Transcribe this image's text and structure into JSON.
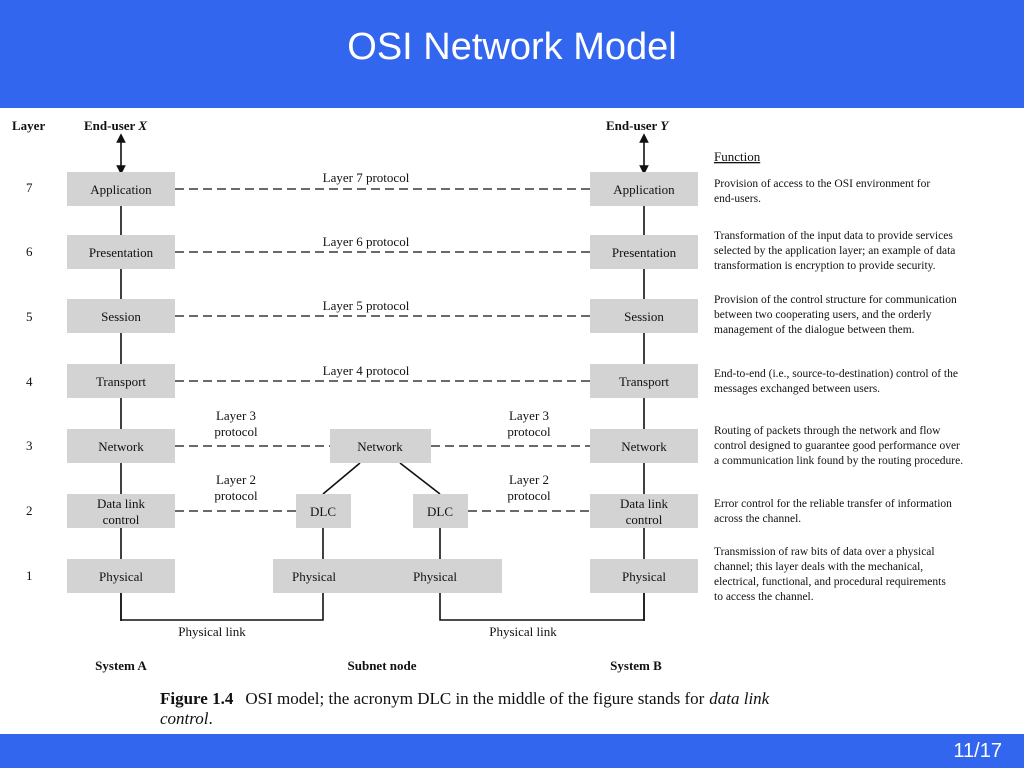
{
  "slide": {
    "title": "OSI Network Model",
    "page": "11/17"
  },
  "columns": {
    "layer": "Layer",
    "end_user_x_prefix": "End-user ",
    "end_user_x_var": "X",
    "end_user_y_prefix": "End-user ",
    "end_user_y_var": "Y",
    "function": "Function"
  },
  "layer_numbers": [
    "7",
    "6",
    "5",
    "4",
    "3",
    "2",
    "1"
  ],
  "stack_a": [
    "Application",
    "Presentation",
    "Session",
    "Transport",
    "Network",
    "Data link|control",
    "Physical"
  ],
  "stack_b": [
    "Application",
    "Presentation",
    "Session",
    "Transport",
    "Network",
    "Data link|control",
    "Physical"
  ],
  "protocols": {
    "l7": "Layer 7 protocol",
    "l6": "Layer 6 protocol",
    "l5": "Layer 5 protocol",
    "l4": "Layer 4 protocol",
    "l3_left": "Layer 3|protocol",
    "l3_right": "Layer 3|protocol",
    "l2_left": "Layer 2|protocol",
    "l2_right": "Layer 2|protocol"
  },
  "subnet": {
    "network": "Network",
    "dlc_left": "DLC",
    "dlc_right": "DLC",
    "physical_left": "Physical",
    "physical_right": "Physical"
  },
  "links": {
    "left": "Physical link",
    "right": "Physical link"
  },
  "systems": {
    "a": "System A",
    "subnet": "Subnet node",
    "b": "System B"
  },
  "functions": [
    "Provision of access to the OSI environment for|end-users.",
    "Transformation of the input data to provide services|selected by the application layer; an example of data|transformation is encryption to provide security.",
    "Provision of the control structure for communication|between two cooperating users, and the orderly|management of the dialogue between them.",
    "End-to-end (i.e., source-to-destination) control of the|messages exchanged between users.",
    "Routing of packets through the network and flow|control designed to guarantee good performance over|a communication link found by the routing procedure.",
    "Error control for the reliable transfer of information|across the channel.",
    "Transmission of raw bits of data over a physical|channel; this layer deals with the mechanical,|electrical, functional, and procedural requirements|to access the channel."
  ],
  "caption": {
    "figure_label": "Figure 1.4",
    "text_part1": "OSI model; the acronym DLC in the middle of the figure stands for",
    "text_italic1": "data link",
    "text_italic2": "control",
    "text_end": "."
  }
}
